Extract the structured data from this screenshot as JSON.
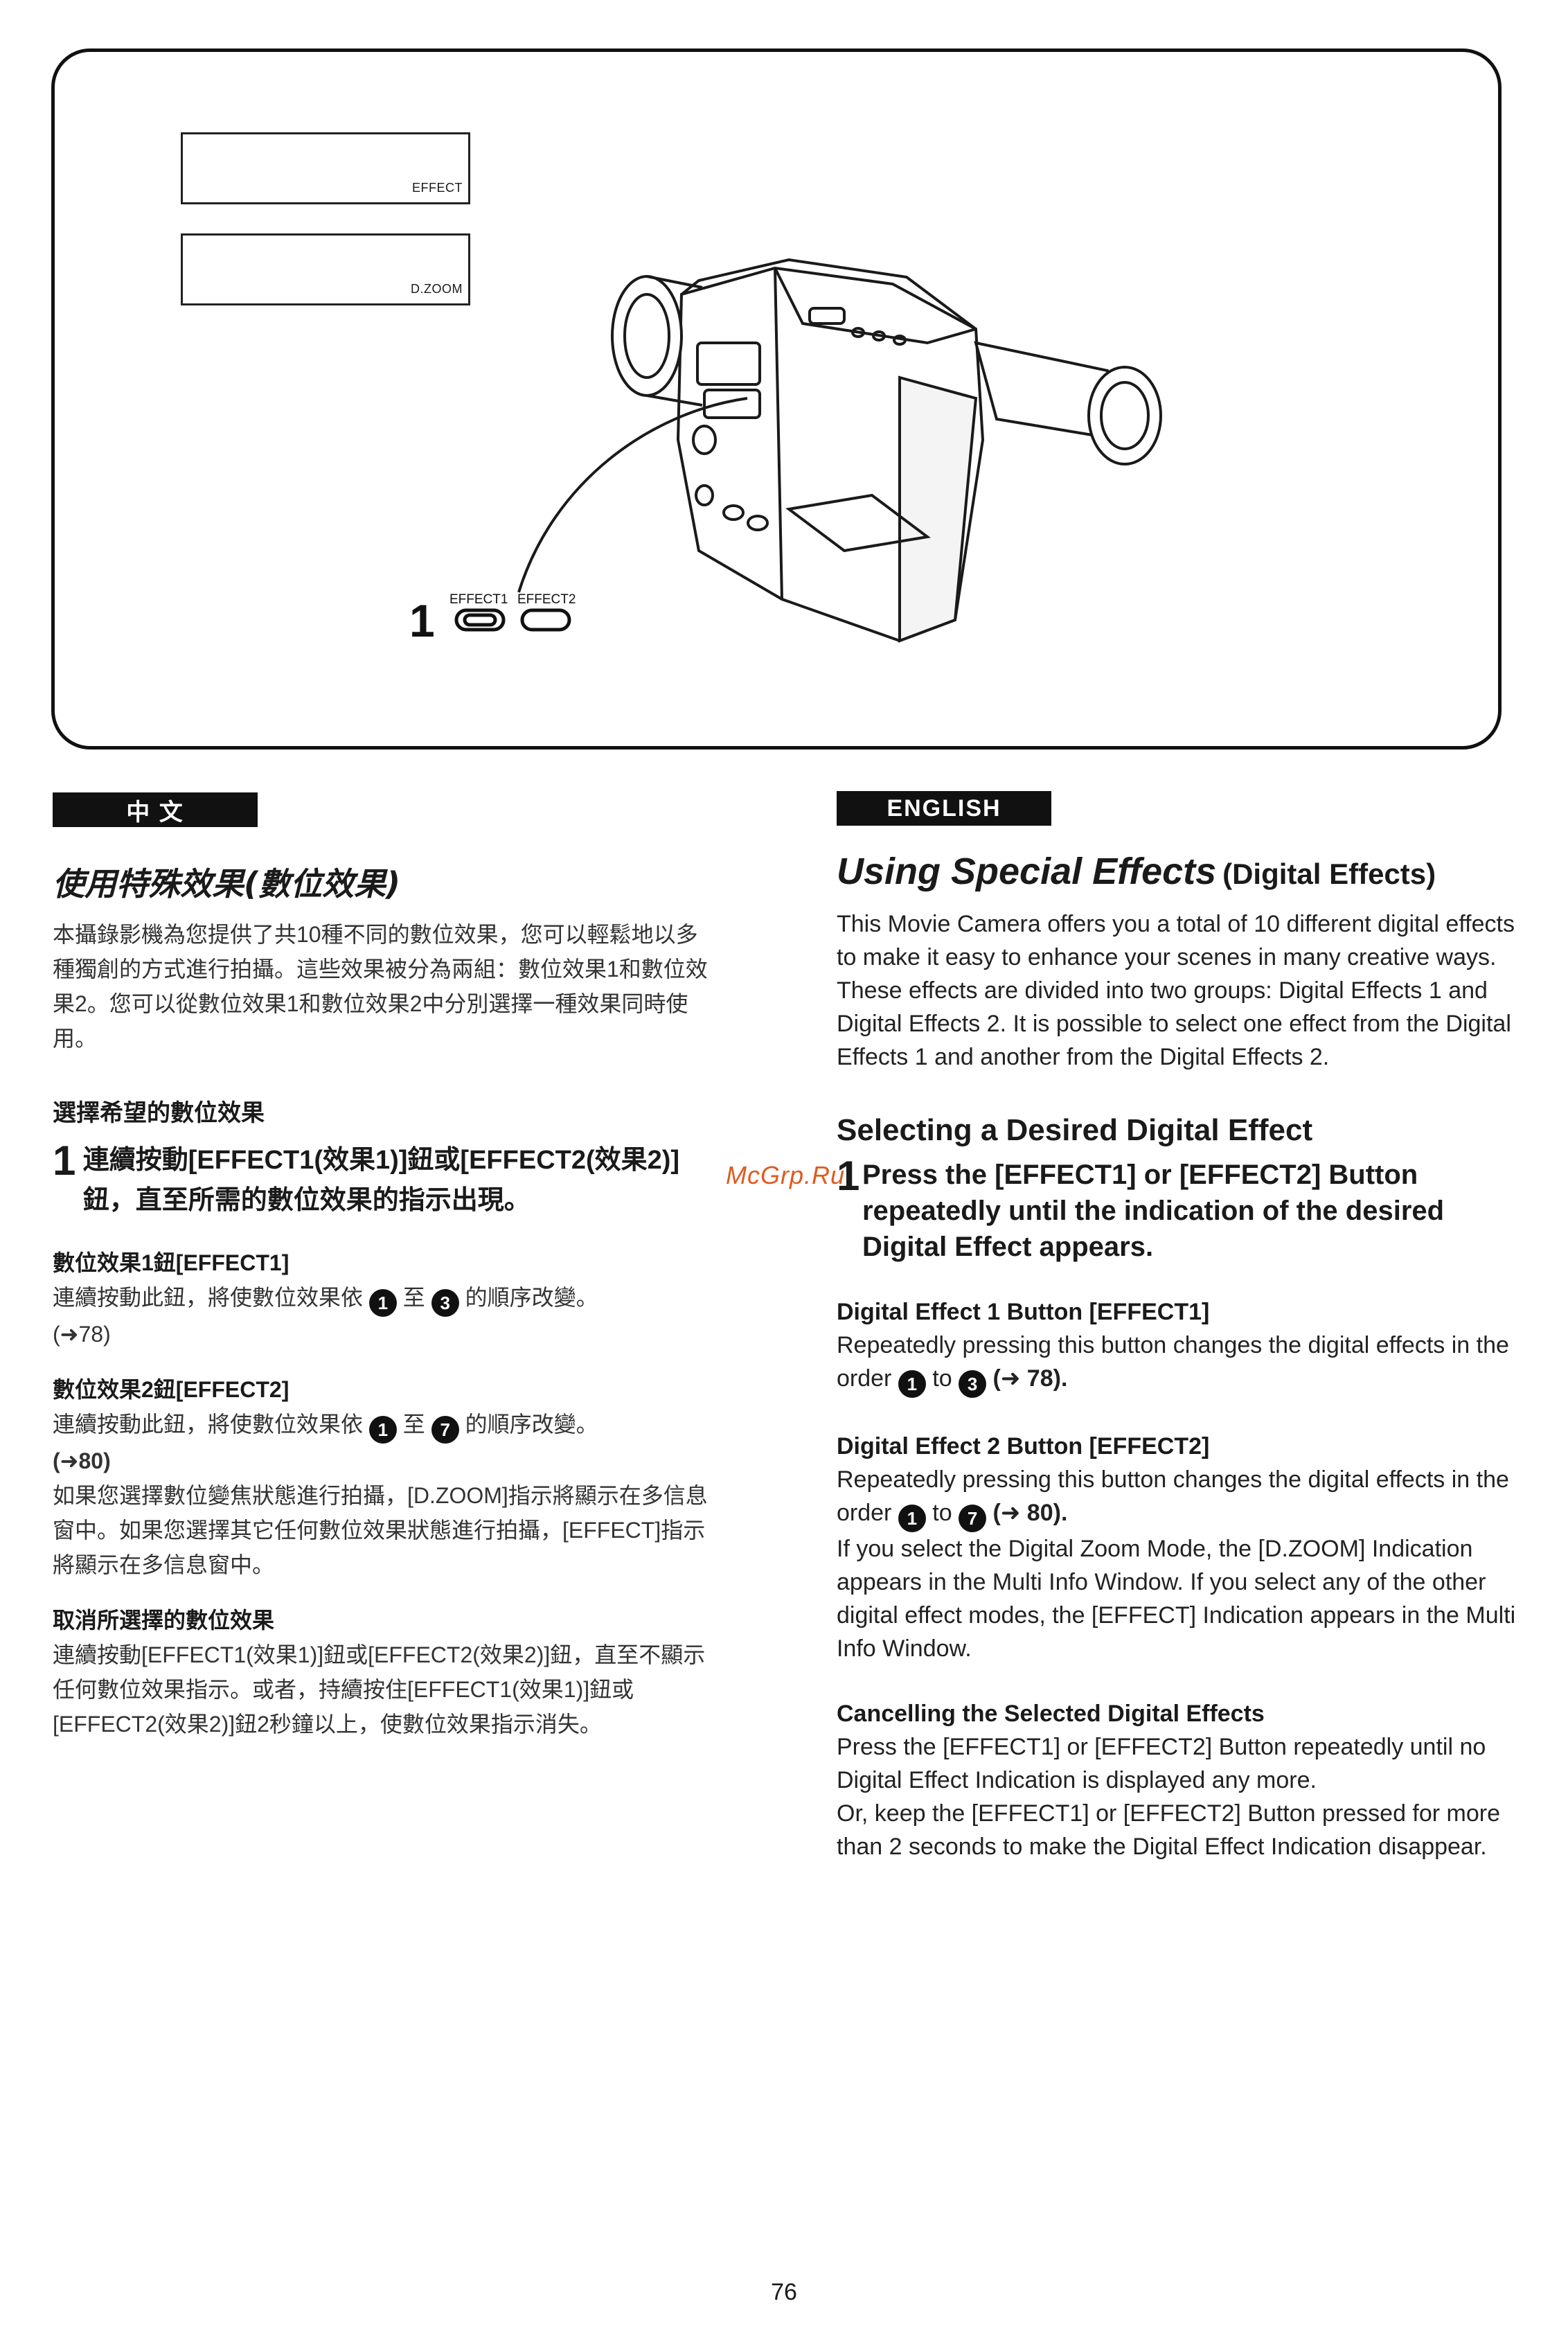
{
  "figure": {
    "lcd_effect_label": "EFFECT",
    "lcd_dzoom_label": "D.ZOOM",
    "step_number": "1",
    "button_labels": [
      "EFFECT1",
      "EFFECT2"
    ]
  },
  "chinese": {
    "tab_label": "中 文",
    "title": "使用特殊效果(數位效果)",
    "intro": "本攝錄影機為您提供了共10種不同的數位效果，您可以輕鬆地以多種獨創的方式進行拍攝。這些效果被分為兩組：數位效果1和數位效果2。您可以從數位效果1和數位效果2中分別選擇一種效果同時使用。",
    "select_heading": "選擇希望的數位效果",
    "step1_number": "1",
    "step1_text": "連續按動[EFFECT1(效果1)]鈕或[EFFECT2(效果2)]鈕，直至所需的數位效果的指示出現。",
    "effect1_heading": "數位效果1鈕[EFFECT1]",
    "effect1_text_a": "連續按動此鈕，將使數位效果依",
    "effect1_from": "1",
    "effect1_to_word": "至",
    "effect1_to": "3",
    "effect1_text_b": "的順序改變。",
    "effect1_ref": "(➜78)",
    "effect2_heading": "數位效果2鈕[EFFECT2]",
    "effect2_text_a": "連續按動此鈕，將使數位效果依",
    "effect2_from": "1",
    "effect2_to_word": "至",
    "effect2_to": "7",
    "effect2_text_b": "的順序改變。",
    "effect2_ref": "(➜80)",
    "effect2_note": "如果您選擇數位變焦狀態進行拍攝，[D.ZOOM]指示將顯示在多信息窗中。如果您選擇其它任何數位效果狀態進行拍攝，[EFFECT]指示將顯示在多信息窗中。",
    "cancel_heading": "取消所選擇的數位效果",
    "cancel_text": "連續按動[EFFECT1(效果1)]鈕或[EFFECT2(效果2)]鈕，直至不顯示任何數位效果指示。或者，持續按住[EFFECT1(效果1)]鈕或[EFFECT2(效果2)]鈕2秒鐘以上，使數位效果指示消失。"
  },
  "english": {
    "tab_label": "ENGLISH",
    "title_main": "Using Special Effects",
    "title_sub": "(Digital Effects)",
    "intro": "This Movie Camera offers you a total of 10 different digital effects to make it easy to enhance your scenes in many creative ways. These effects are divided into two groups: Digital Effects 1 and Digital Effects 2. It is possible to select one effect from the Digital Effects 1 and another from the Digital Effects 2.",
    "select_heading": "Selecting a Desired Digital Effect",
    "step1_number": "1",
    "step1_text": "Press the [EFFECT1] or [EFFECT2] Button repeatedly until the indication of the desired Digital Effect appears.",
    "effect1_heading": "Digital Effect 1 Button [EFFECT1]",
    "effect1_text_a": "Repeatedly pressing this button changes the digital effects in the order",
    "effect1_from": "1",
    "effect1_to_word": "to",
    "effect1_to": "3",
    "effect1_ref": "(➜ 78).",
    "effect2_heading": "Digital Effect 2 Button [EFFECT2]",
    "effect2_text_a": "Repeatedly pressing this button changes the digital effects in the order",
    "effect2_from": "1",
    "effect2_to_word": "to",
    "effect2_to": "7",
    "effect2_ref": "(➜ 80).",
    "effect2_note": "If you select the Digital Zoom Mode, the [D.ZOOM] Indication appears in the Multi Info Window. If you select any of the other digital effect modes, the [EFFECT] Indication appears in the Multi Info Window.",
    "cancel_heading": "Cancelling the Selected Digital Effects",
    "cancel_text_1": "Press the [EFFECT1] or [EFFECT2] Button repeatedly until no Digital Effect Indication is displayed any more.",
    "cancel_text_2": "Or, keep the [EFFECT1] or [EFFECT2] Button pressed for more than 2 seconds to make the Digital Effect Indication disappear."
  },
  "watermark": "McGrp.Ru",
  "page_number": "76"
}
